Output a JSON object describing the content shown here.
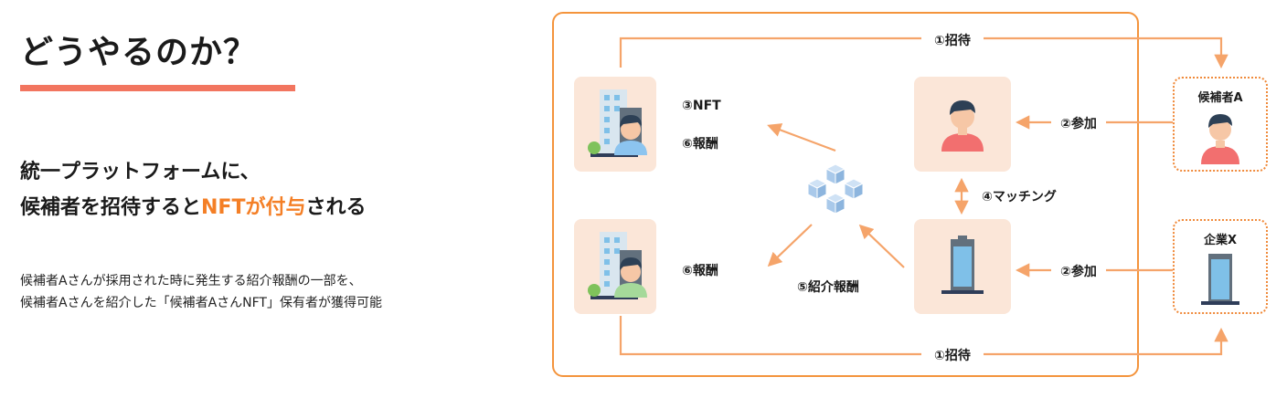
{
  "title": "どうやるのか？",
  "headline": {
    "line1": "統一プラットフォームに、",
    "line2_prefix": "候補者を招待すると",
    "line2_accent": "NFTが付与",
    "line2_suffix": "される"
  },
  "description": {
    "line1": "候補者Aさんが採用された時に発生する紹介報酬の一部を、",
    "line2": "候補者Aさんを紹介した「候補者AさんNFT」保有者が獲得可能"
  },
  "diagram": {
    "invite_top": "①招待",
    "invite_bottom": "①招待",
    "join_top": "②参加",
    "join_bottom": "②参加",
    "nft": "③NFT",
    "reward_top": "⑥報酬",
    "reward_bottom": "⑥報酬",
    "matching": "④マッチング",
    "referral_reward": "⑤紹介報酬",
    "candidate_label": "候補者A",
    "company_label": "企業X"
  },
  "colors": {
    "accent": "#f47f26",
    "underline": "#f2755f",
    "tile": "#fbe6d8",
    "arrow": "#f5a46a",
    "frame": "#f4943c"
  }
}
